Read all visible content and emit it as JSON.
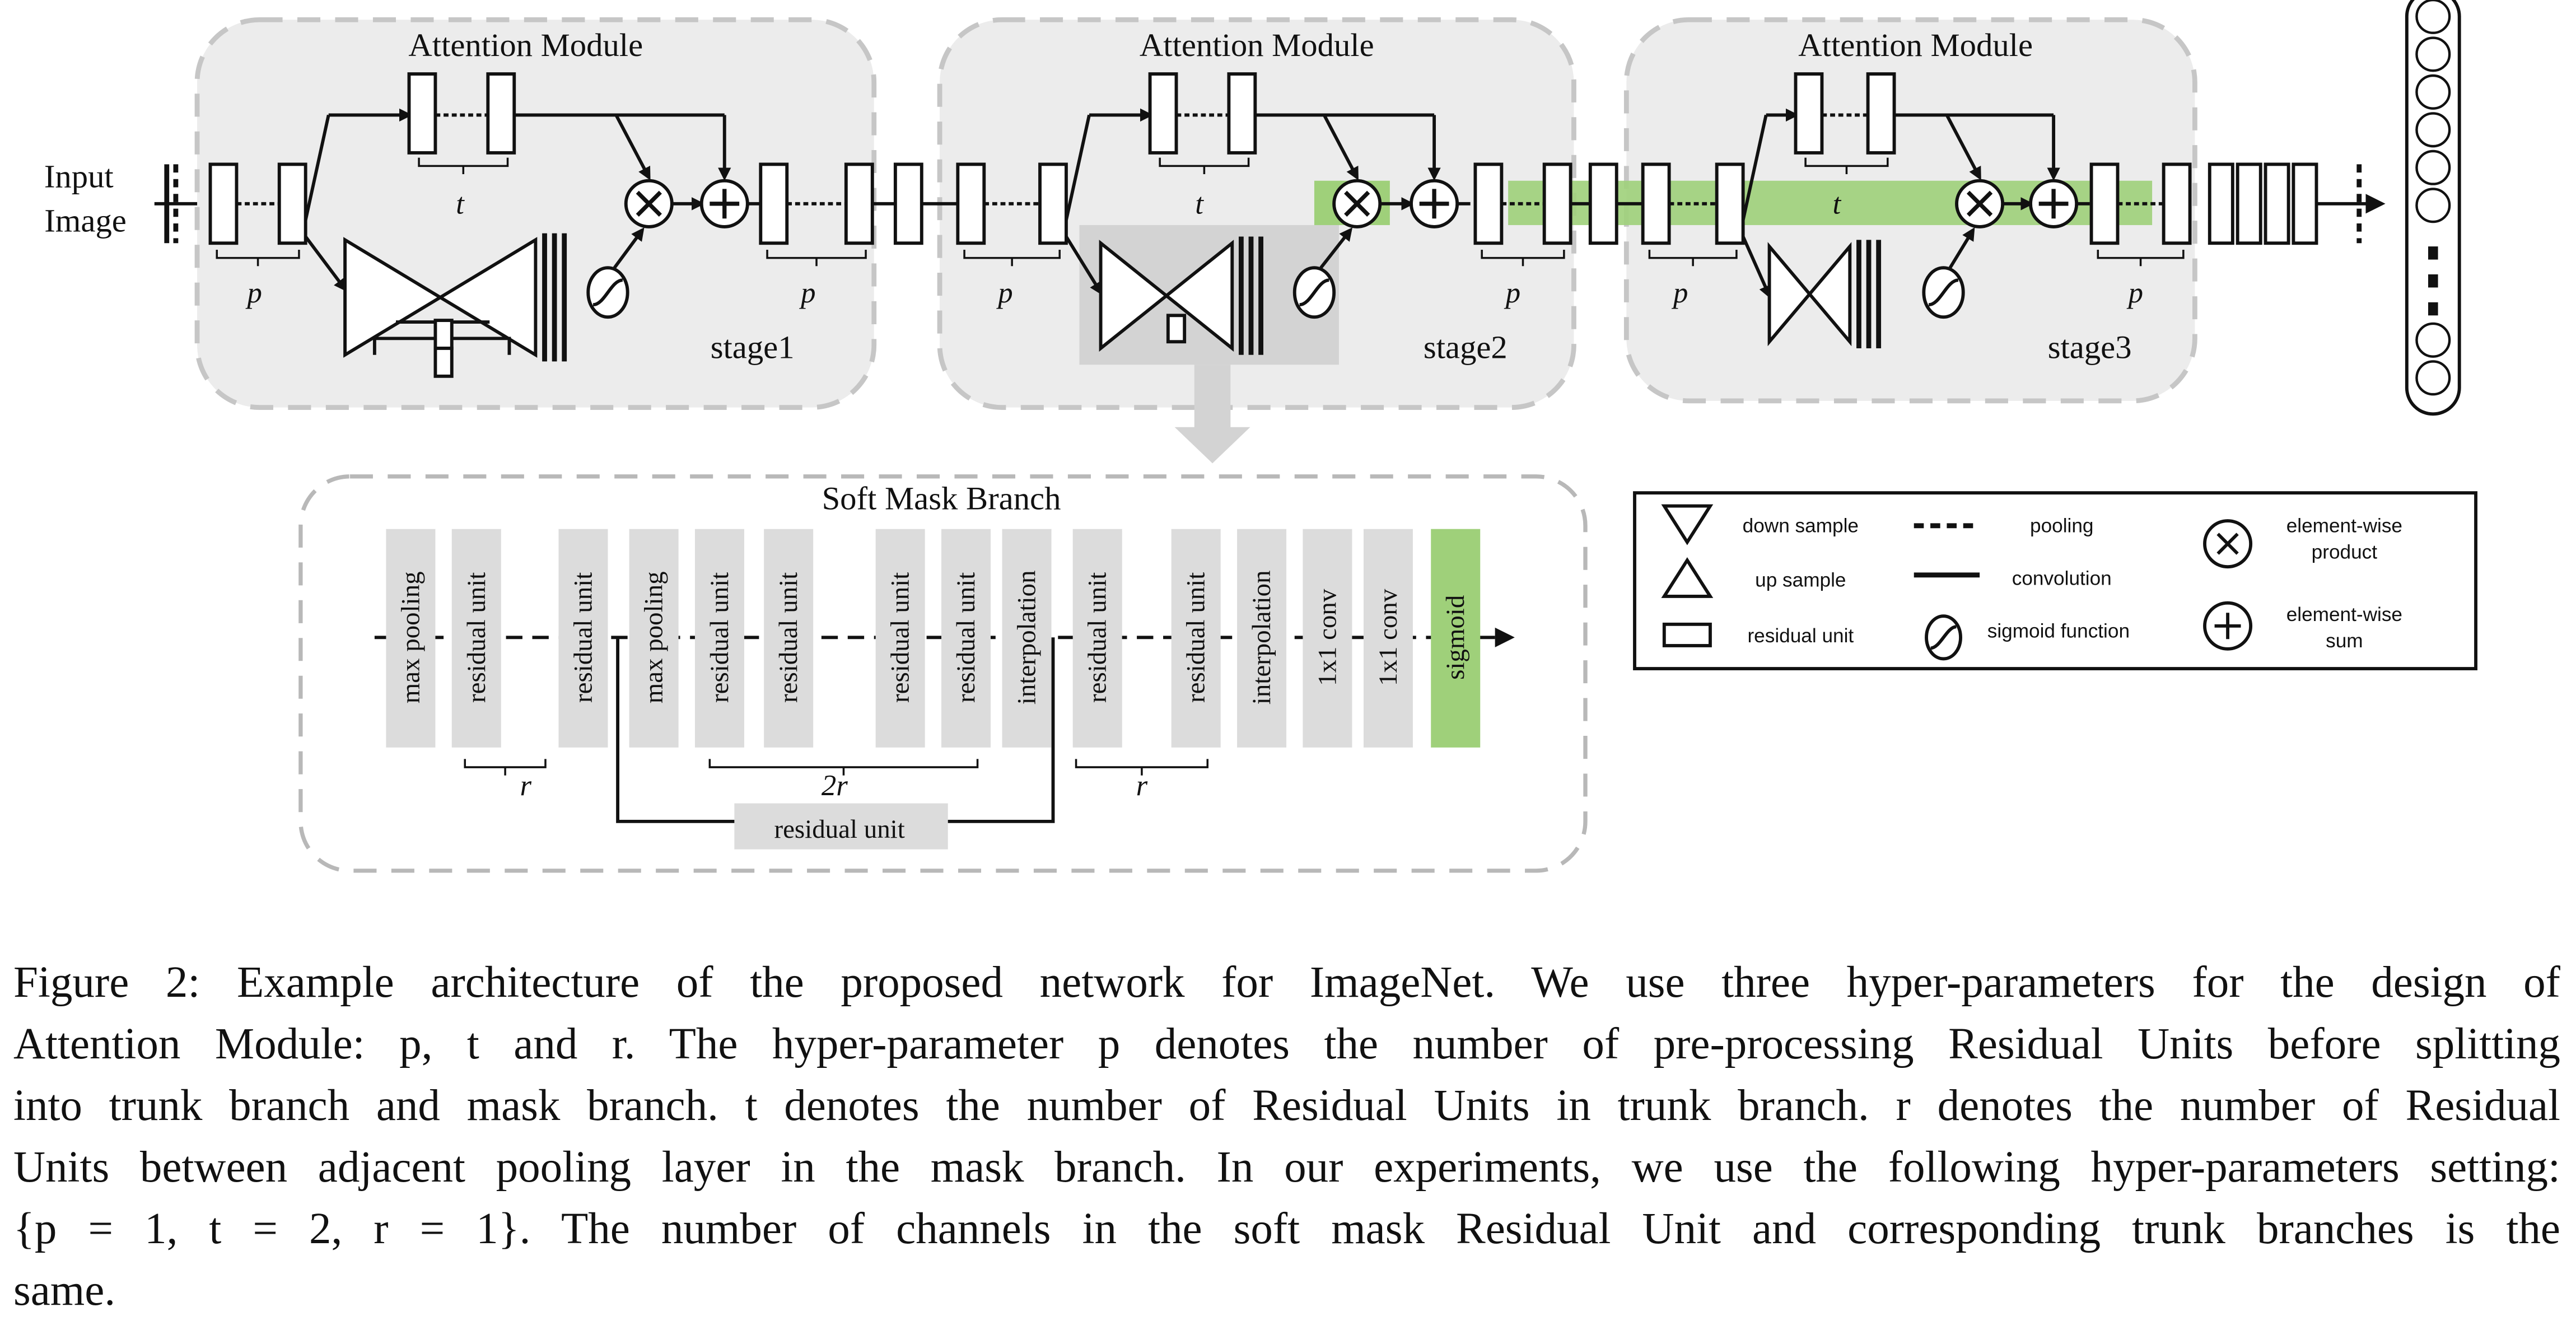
{
  "figure": {
    "modules": [
      {
        "title": "Attention Module",
        "stage": "stage1"
      },
      {
        "title": "Attention Module",
        "stage": "stage2"
      },
      {
        "title": "Attention Module",
        "stage": "stage3"
      }
    ],
    "input_label": [
      "Input",
      "Image"
    ],
    "param_labels": {
      "p": "p",
      "t": "t",
      "r": "r",
      "two_r": "2r"
    },
    "soft_mask": {
      "title": "Soft Mask Branch",
      "layers": [
        "max pooling",
        "residual unit",
        "residual unit",
        "max pooling",
        "residual unit",
        "residual unit",
        "residual unit",
        "residual unit",
        "interpolation",
        "residual unit",
        "residual unit",
        "interpolation",
        "1x1 conv",
        "1x1 conv",
        "sigmoid"
      ],
      "skip_label": "residual unit"
    },
    "legend": {
      "down_sample": "down sample",
      "up_sample": "up sample",
      "residual_unit": "residual unit",
      "pooling": "pooling",
      "convolution": "convolution",
      "sigmoid": "sigmoid function",
      "product": [
        "element-wise",
        "product"
      ],
      "sum": [
        "element-wise",
        "sum"
      ]
    },
    "colors": {
      "highlight_green": "#9fd07a",
      "module_fill": "#ececec",
      "mask_highlight": "#d3d3d3"
    }
  },
  "caption": {
    "lines": [
      "Figure 2: Example architecture of the proposed network for ImageNet. We use three hyper-parameters for the design of",
      "Attention Module: p, t and r. The hyper-parameter p denotes the number of pre-processing Residual Units before splitting",
      "into trunk branch and mask branch. t denotes the number of Residual Units in trunk branch. r denotes the number of Residual",
      "Units between adjacent pooling layer in the mask branch. In our experiments, we use the following hyper-parameters setting:",
      "{p = 1, t = 2, r = 1}. The number of channels in the soft mask Residual Unit and corresponding trunk branches is the",
      "same."
    ]
  }
}
